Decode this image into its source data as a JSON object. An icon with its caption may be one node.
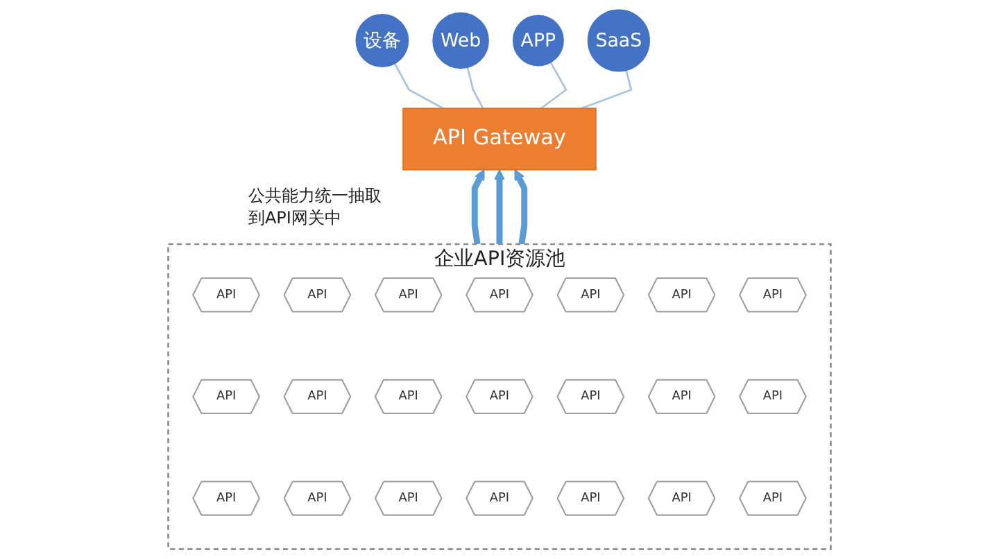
{
  "diagram": {
    "nodes": [
      {
        "text": [
          "设备"
        ]
      },
      {
        "text": [
          "Web"
        ]
      },
      {
        "text": [
          "APP"
        ]
      },
      {
        "text": [
          "SaaS"
        ]
      },
      {
        "text": [
          "API Gateway"
        ]
      },
      {
        "text": [
          "企业API资源池"
        ]
      },
      {
        "text": [
          "API"
        ],
        "in": 5
      },
      {
        "text": [
          "API"
        ],
        "in": 5
      },
      {
        "text": [
          "API"
        ],
        "in": 5
      },
      {
        "text": [
          "API"
        ],
        "in": 5
      },
      {
        "text": [
          "API"
        ],
        "in": 5
      },
      {
        "text": [
          "API"
        ],
        "in": 5
      },
      {
        "text": [
          "API"
        ],
        "in": 5
      },
      {
        "text": [
          "API"
        ],
        "in": 5
      },
      {
        "text": [
          "API"
        ],
        "in": 5
      },
      {
        "text": [
          "API"
        ],
        "in": 5
      },
      {
        "text": [
          "API"
        ],
        "in": 5
      },
      {
        "text": [
          "API"
        ],
        "in": 5
      },
      {
        "text": [
          "API"
        ],
        "in": 5
      },
      {
        "text": [
          "API"
        ],
        "in": 5
      },
      {
        "text": [
          "API"
        ],
        "in": 5
      },
      {
        "text": [
          "API"
        ],
        "in": 5
      },
      {
        "text": [
          "API"
        ],
        "in": 5
      },
      {
        "text": [
          "API"
        ],
        "in": 5
      },
      {
        "text": [
          "API"
        ],
        "in": 5
      },
      {
        "text": [
          "API"
        ],
        "in": 5
      },
      {
        "text": [
          "API"
        ],
        "in": 5
      }
    ],
    "edges": [
      {
        "from": 0,
        "to": 4,
        "arrow": "none"
      },
      {
        "from": 1,
        "to": 4,
        "arrow": "none"
      },
      {
        "from": 2,
        "to": 4,
        "arrow": "none"
      },
      {
        "from": 3,
        "to": 4,
        "arrow": "none"
      },
      {
        "from": 5,
        "to": 4,
        "arrow": "to",
        "style": "thick",
        "color": "#5b9bd5"
      },
      {
        "from": 5,
        "to": 4,
        "arrow": "to",
        "style": "thick",
        "color": "#5b9bd5"
      },
      {
        "from": 5,
        "to": 4,
        "arrow": "to",
        "style": "thick",
        "color": "#5b9bd5"
      }
    ],
    "labels": [
      "公共能力统一抽取到API网关中"
    ]
  }
}
